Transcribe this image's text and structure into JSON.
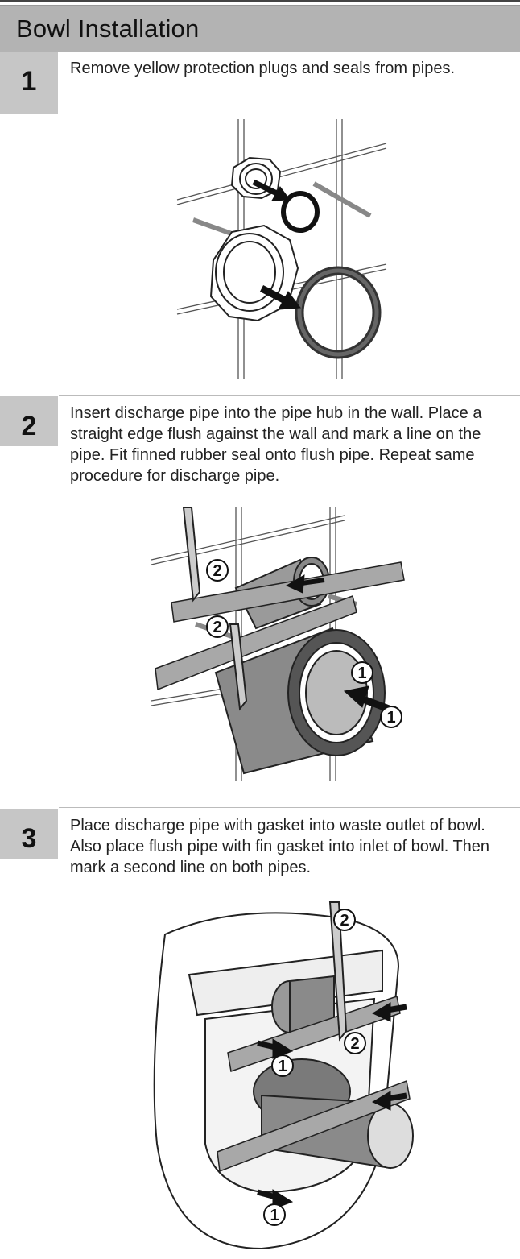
{
  "page": {
    "section_title": "Bowl Installation"
  },
  "steps": [
    {
      "number": "1",
      "text": "Remove yellow protection plugs and seals from pipes."
    },
    {
      "number": "2",
      "text": "Insert discharge pipe into the pipe hub in the wall. Place a straight edge flush against the wall and mark a line on the pipe. Fit finned rubber seal onto flush pipe. Repeat same procedure for discharge pipe."
    },
    {
      "number": "3",
      "text": "Place discharge pipe with gasket into waste outlet of bowl. Also place flush pipe with fin gasket into inlet of bowl. Then mark a second line on both pipes."
    }
  ],
  "callouts": {
    "one": "1",
    "two": "2"
  },
  "colors": {
    "header_bg": "#b3b3b3",
    "step_number_bg": "#c6c6c6"
  }
}
